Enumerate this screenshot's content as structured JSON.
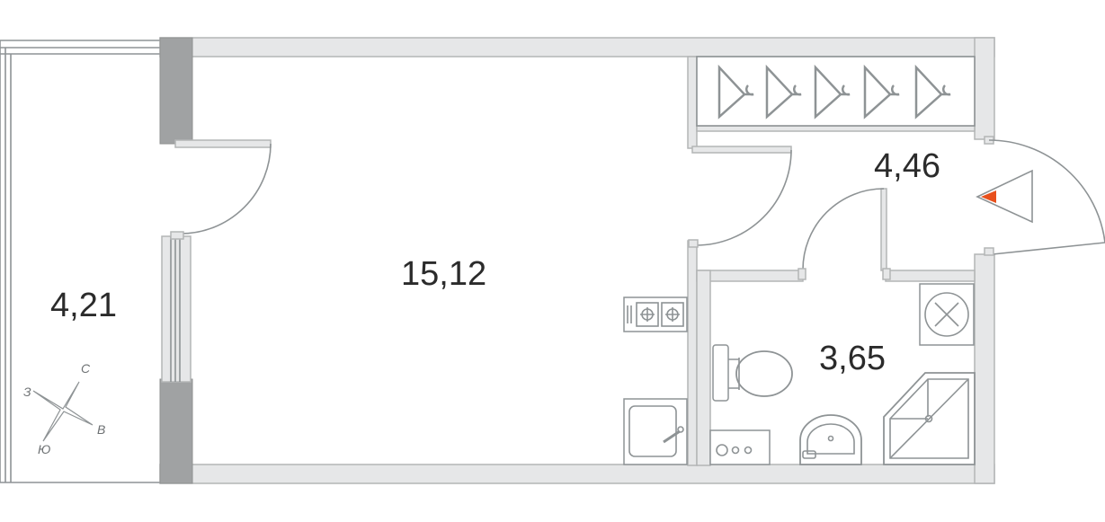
{
  "rooms": {
    "balcony": {
      "area": "4,21"
    },
    "living": {
      "area": "15,12"
    },
    "hall": {
      "area": "4,46"
    },
    "bathroom": {
      "area": "3,65"
    }
  },
  "compass": {
    "north": "С",
    "east": "В",
    "south": "Ю",
    "west": "З"
  },
  "colors": {
    "wall": "#e6e7e8",
    "wall_stroke": "#b3b5b6",
    "fixture": "#8e9395",
    "entrance_marker": "#e8501c",
    "text": "#2b2b2b"
  },
  "icons": [
    "hanger-icon",
    "sink-icon",
    "stove-icon",
    "toilet-icon",
    "shower-icon",
    "vent-icon",
    "compass-icon",
    "entrance-icon"
  ]
}
